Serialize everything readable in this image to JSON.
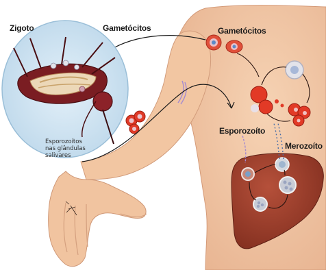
{
  "labels": {
    "zygote": "Zigoto",
    "gametocytes_inset": "Gametócitos",
    "gametocytes_body": "Gametócitos",
    "sporozoite": "Esporozoíto",
    "merozoite": "Merozoíto",
    "salivary": [
      "Esporozoítos",
      "nas glândulas",
      "salivares"
    ]
  },
  "colors": {
    "skin": "#f3c9a6",
    "skin_shadow": "#e4ae8a",
    "liver": "#9a3a26",
    "cell_red": "#e03a28",
    "inset_bg": "#cfe4f2",
    "mosquito": "#7a1d22"
  }
}
